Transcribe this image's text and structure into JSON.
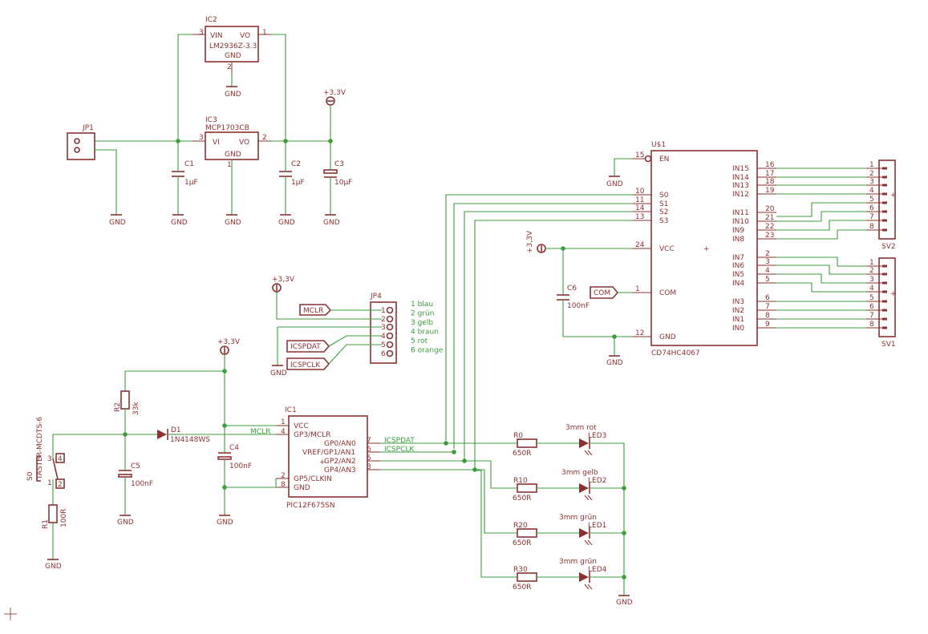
{
  "parts": {
    "IC2": {
      "ref": "IC2",
      "value": "LM2936Z-3.3",
      "pins": [
        "VIN",
        "VO",
        "GND"
      ],
      "pin_numbers": [
        "3",
        "1",
        "2"
      ]
    },
    "IC3": {
      "ref": "IC3",
      "value": "MCP1703CB",
      "pins": [
        "VI",
        "VO",
        "GND"
      ],
      "pin_numbers": [
        "3",
        "2",
        "1"
      ]
    },
    "JP1": {
      "ref": "JP1"
    },
    "C1": {
      "ref": "C1",
      "value": "1µF"
    },
    "C2": {
      "ref": "C2",
      "value": "1µF"
    },
    "C3": {
      "ref": "C3",
      "value": "10µF"
    },
    "U1": {
      "ref": "U$1",
      "value": "CD74HC4067",
      "left_pins": [
        {
          "n": "15",
          "name": "EN"
        },
        {
          "n": "10",
          "name": "S0"
        },
        {
          "n": "11",
          "name": "S1"
        },
        {
          "n": "14",
          "name": "S2"
        },
        {
          "n": "13",
          "name": "S3"
        },
        {
          "n": "24",
          "name": "VCC"
        },
        {
          "n": "1",
          "name": "COM"
        },
        {
          "n": "12",
          "name": "GND"
        }
      ],
      "right_pins": [
        {
          "n": "16",
          "name": "IN15"
        },
        {
          "n": "17",
          "name": "IN14"
        },
        {
          "n": "18",
          "name": "IN13"
        },
        {
          "n": "19",
          "name": "IN12"
        },
        {
          "n": "20",
          "name": "IN11"
        },
        {
          "n": "21",
          "name": "IN10"
        },
        {
          "n": "22",
          "name": "IN9"
        },
        {
          "n": "23",
          "name": "IN8"
        },
        {
          "n": "2",
          "name": "IN7"
        },
        {
          "n": "3",
          "name": "IN6"
        },
        {
          "n": "4",
          "name": "IN5"
        },
        {
          "n": "5",
          "name": "IN4"
        },
        {
          "n": "6",
          "name": "IN3"
        },
        {
          "n": "7",
          "name": "IN2"
        },
        {
          "n": "8",
          "name": "IN1"
        },
        {
          "n": "9",
          "name": "IN0"
        }
      ]
    },
    "SV1": {
      "ref": "SV1",
      "pins": [
        "1",
        "2",
        "3",
        "4",
        "5",
        "6",
        "7",
        "8"
      ]
    },
    "SV2": {
      "ref": "SV2",
      "pins": [
        "1",
        "2",
        "3",
        "4",
        "5",
        "6",
        "7",
        "8"
      ]
    },
    "C6": {
      "ref": "C6",
      "value": "100nF"
    },
    "JP4": {
      "ref": "JP4",
      "pins": [
        "1",
        "2",
        "3",
        "4",
        "5",
        "6"
      ],
      "legend": [
        "1 blau",
        "2 grün",
        "3 gelb",
        "4 braun",
        "5 rot",
        "6 orange"
      ]
    },
    "IC1": {
      "ref": "IC1",
      "value": "PIC12F675SN",
      "pins": [
        {
          "n": "1",
          "name": "VCC"
        },
        {
          "n": "4",
          "name": "GP3/MCLR"
        },
        {
          "n": "7",
          "name": "GP0/AN0"
        },
        {
          "n": "6",
          "name": "VREF/GP1/AN1"
        },
        {
          "n": "5",
          "name": "GP2/AN2"
        },
        {
          "n": "3",
          "name": "GP4/AN3"
        },
        {
          "n": "2",
          "name": "GP5/CLKIN"
        },
        {
          "n": "8",
          "name": "GND"
        }
      ]
    },
    "R2": {
      "ref": "R2",
      "value": "33k"
    },
    "D1": {
      "ref": "D1",
      "value": "1N4148WS"
    },
    "C4": {
      "ref": "C4",
      "value": "100nF"
    },
    "C5": {
      "ref": "C5",
      "value": "100nF"
    },
    "S0": {
      "ref": "S0",
      "value": "TASTER-MCDTS-6",
      "pins": [
        "3",
        "4",
        "1",
        "2"
      ]
    },
    "R1": {
      "ref": "R1",
      "value": "100R"
    },
    "R0": {
      "ref": "R0",
      "value": "650R"
    },
    "R10": {
      "ref": "R10",
      "value": "650R"
    },
    "R20": {
      "ref": "R20",
      "value": "650R"
    },
    "R30": {
      "ref": "R30",
      "value": "650R"
    },
    "LED3": {
      "ref": "LED3",
      "value": "3mm rot"
    },
    "LED2": {
      "ref": "LED2",
      "value": "3mm gelb"
    },
    "LED1": {
      "ref": "LED1",
      "value": "3mm grün"
    },
    "LED4": {
      "ref": "LED4",
      "value": "3mm grün"
    }
  },
  "nets": {
    "gnd": "GND",
    "v33": "+3,3V",
    "mclr": "MCLR",
    "icspdat": "ICSPDAT",
    "icspclk": "ICSPCLK",
    "com": "COM"
  }
}
